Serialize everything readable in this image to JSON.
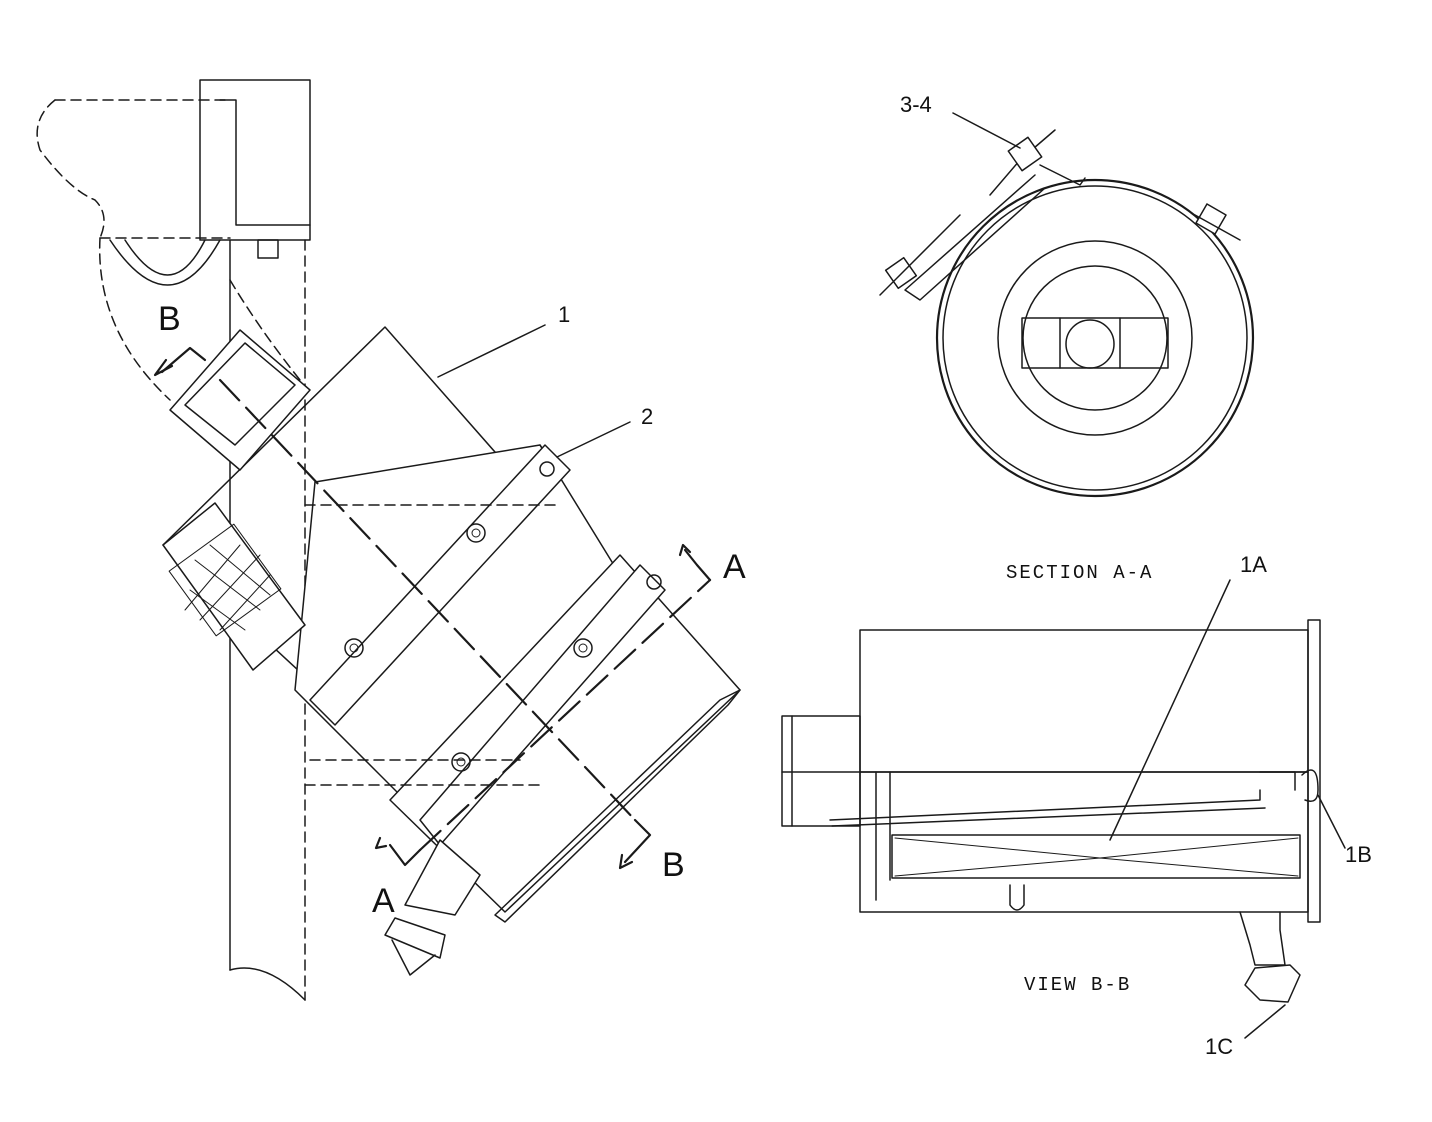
{
  "callouts": {
    "c1": "1",
    "c2": "2",
    "c34": "3-4",
    "c1a": "1A",
    "c1b": "1B",
    "c1c": "1C"
  },
  "section_marks": {
    "a_top": "A",
    "a_bottom": "A",
    "b_top": "B",
    "b_bottom": "B"
  },
  "view_titles": {
    "section_aa": "SECTION A-A",
    "view_bb": "VIEW B-B"
  }
}
